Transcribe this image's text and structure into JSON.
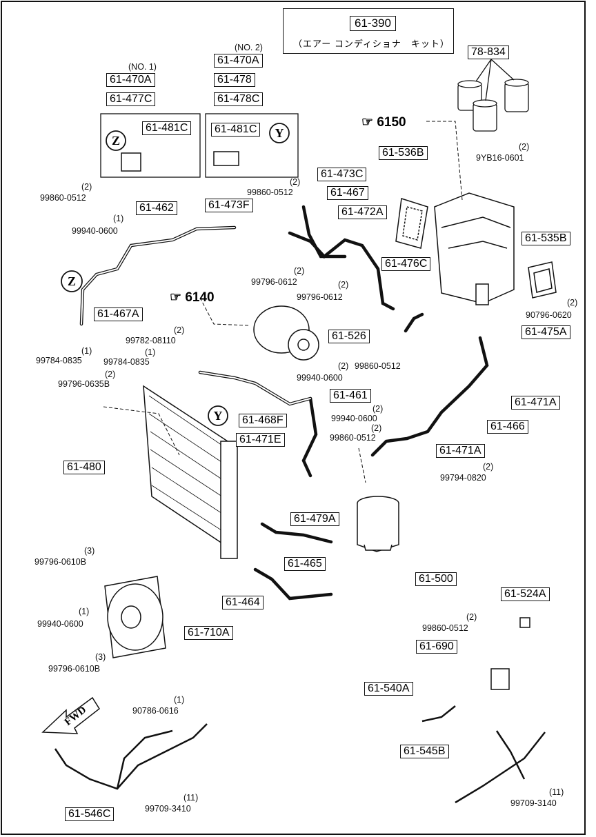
{
  "header": {
    "kit_code": "61-390",
    "kit_name": "（エアー コンディショナ　キット）"
  },
  "side_refs": {
    "no1": "(NO. 1)",
    "no2": "(NO. 2)",
    "ref_6150": "6150",
    "ref_6140": "6140",
    "callout_z": "Z",
    "callout_y": "Y",
    "fwd": "FWD"
  },
  "part_labels": [
    "61-470A",
    "61-477C",
    "61-481C",
    "61-470A",
    "61-478",
    "61-478C",
    "61-481C",
    "78-834",
    "61-536B",
    "61-473C",
    "61-467",
    "61-462",
    "61-473F",
    "61-472A",
    "61-535B",
    "61-476C",
    "61-467A",
    "61-526",
    "61-475A",
    "61-461",
    "61-471A",
    "61-466",
    "61-468F",
    "61-471E",
    "61-471A",
    "61-480",
    "61-479A",
    "61-465",
    "61-500",
    "61-464",
    "61-710A",
    "61-524A",
    "61-690",
    "61-540A",
    "61-545B",
    "61-546C"
  ],
  "bolt_labels": [
    {
      "qty": "(2)",
      "code": "99860-0512"
    },
    {
      "qty": "(2)",
      "code": "9YB16-0601"
    },
    {
      "qty": "(2)",
      "code": "99860-0512"
    },
    {
      "qty": "(1)",
      "code": "99940-0600"
    },
    {
      "qty": "(2)",
      "code": "99796-0612"
    },
    {
      "qty": "(2)",
      "code": "99796-0612"
    },
    {
      "qty": "(2)",
      "code": "90796-0620"
    },
    {
      "qty": "(2)",
      "code": "99782-08110"
    },
    {
      "qty": "(1)",
      "code": "99784-0835"
    },
    {
      "qty": "(1)",
      "code": "99784-0835"
    },
    {
      "qty": "(2)",
      "code": "99860-0512"
    },
    {
      "qty": "(2)",
      "code": "99796-0635B"
    },
    {
      "qty": "",
      "code": "99940-0600"
    },
    {
      "qty": "(2)",
      "code": "99940-0600"
    },
    {
      "qty": "(2)",
      "code": "99860-0512"
    },
    {
      "qty": "(2)",
      "code": "99794-0820"
    },
    {
      "qty": "(3)",
      "code": "99796-0610B"
    },
    {
      "qty": "(1)",
      "code": "99940-0600"
    },
    {
      "qty": "(3)",
      "code": "99796-0610B"
    },
    {
      "qty": "(2)",
      "code": "99860-0512"
    },
    {
      "qty": "(1)",
      "code": "90786-0616"
    },
    {
      "qty": "(11)",
      "code": "99709-3410"
    },
    {
      "qty": "(11)",
      "code": "99709-3140"
    }
  ]
}
